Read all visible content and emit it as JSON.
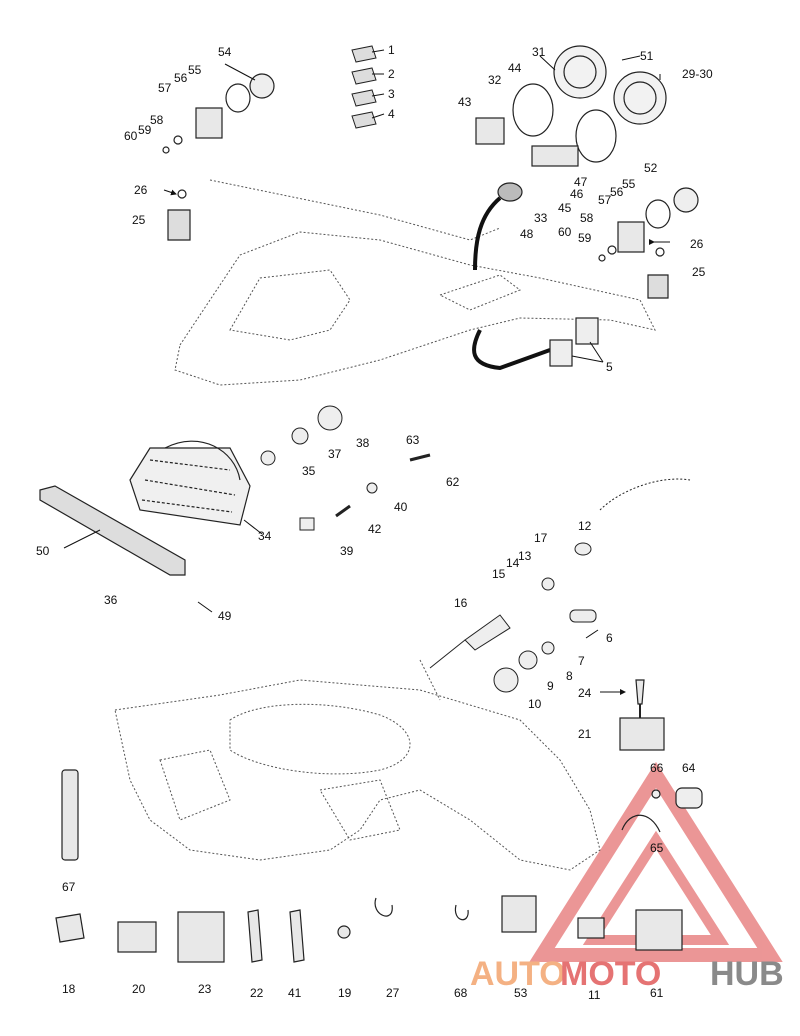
{
  "callouts": {
    "c1": "1",
    "c2": "2",
    "c3": "3",
    "c4": "4",
    "c5": "5",
    "c6": "6",
    "c7": "7",
    "c8": "8",
    "c9": "9",
    "c10": "10",
    "c11": "11",
    "c12": "12",
    "c13": "13",
    "c14": "14",
    "c15": "15",
    "c16": "16",
    "c17": "17",
    "c18": "18",
    "c19": "19",
    "c20": "20",
    "c21": "21",
    "c22": "22",
    "c23": "23",
    "c24": "24",
    "c25a": "25",
    "c25b": "25",
    "c26a": "26",
    "c26b": "26",
    "c27": "27",
    "c2930": "29-30",
    "c31": "31",
    "c32": "32",
    "c33": "33",
    "c34": "34",
    "c35": "35",
    "c36": "36",
    "c37": "37",
    "c38": "38",
    "c39": "39",
    "c40": "40",
    "c41": "41",
    "c42": "42",
    "c43": "43",
    "c44": "44",
    "c45": "45",
    "c46": "46",
    "c47": "47",
    "c48": "48",
    "c49": "49",
    "c50": "50",
    "c51": "51",
    "c52": "52",
    "c53": "53",
    "c54": "54",
    "c55a": "55",
    "c55b": "55",
    "c56a": "56",
    "c56b": "56",
    "c57a": "57",
    "c57b": "57",
    "c58a": "58",
    "c58b": "58",
    "c59a": "59",
    "c59b": "59",
    "c60a": "60",
    "c60b": "60",
    "c61": "61",
    "c62": "62",
    "c63": "63",
    "c64": "64",
    "c65": "65",
    "c66": "66",
    "c67": "67",
    "c68": "68"
  },
  "watermark": {
    "part1": "AUTO",
    "part2": "MOTO",
    "part3": "HUB",
    "color_primary": "#f4b183",
    "color_accent": "#e57373",
    "color_dark": "#8a8a8a"
  }
}
